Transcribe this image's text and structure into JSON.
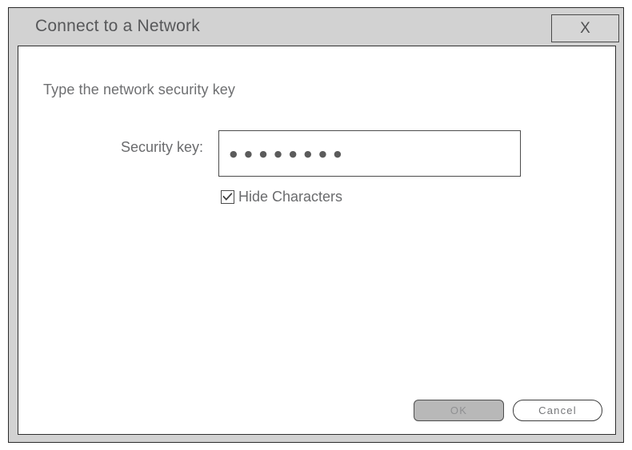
{
  "dialog": {
    "title": "Connect to a Network",
    "close_label": "X",
    "close_icon": "close-icon",
    "instruction": "Type the network security key",
    "form": {
      "security_key_label": "Security key:",
      "security_key_value": "●●●●●●●●",
      "security_key_placeholder": "",
      "hide_characters_label": "Hide Characters",
      "hide_characters_checked": true,
      "check_icon": "check-icon"
    },
    "actions": {
      "ok_label": "OK",
      "cancel_label": "Cancel"
    },
    "colors": {
      "chrome": "#d2d2d2",
      "panel": "#ffffff",
      "border": "#2b2b2b",
      "text": "#6a6b6d",
      "title_text": "#57585a",
      "ok_fill": "#b8b8b8",
      "ok_text": "#8f9092"
    }
  }
}
